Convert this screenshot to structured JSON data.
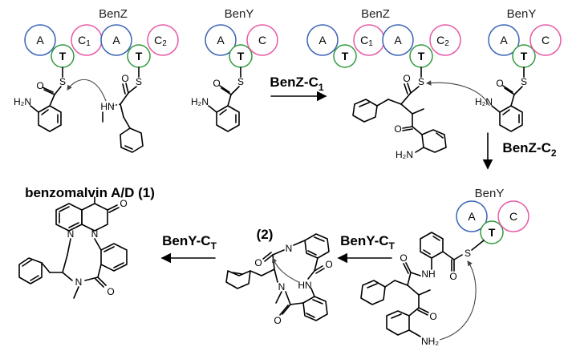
{
  "modules": {
    "benz_top_left": "BenZ",
    "beny_top_mid": "BenY",
    "benz_top_right": "BenZ",
    "beny_top_far_right": "BenY",
    "beny_bottom_right": "BenY"
  },
  "domains": {
    "a": "A",
    "t": "T",
    "c": "C",
    "c1": "C",
    "c1_sub": "1",
    "c2": "C",
    "c2_sub": "2"
  },
  "atoms": {
    "s": "S",
    "o": "O",
    "h2n": "H₂N",
    "nh2": "NH₂",
    "hn": "HN",
    "nh": "NH",
    "n": "N"
  },
  "steps": {
    "benz_c1": "BenZ-C",
    "benz_c1_sub": "1",
    "benz_c2": "BenZ-C",
    "benz_c2_sub": "2",
    "beny_ct_a": "BenY-C",
    "beny_ct_a_sub": "T",
    "beny_ct_b": "BenY-C",
    "beny_ct_b_sub": "T"
  },
  "products": {
    "intermediate_label": "(2)",
    "final_label": "benzomalvin A/D (1)"
  },
  "colors": {
    "domain_a": "#3c63b5",
    "domain_c": "#e75aa6",
    "domain_t": "#2f9a3c"
  }
}
